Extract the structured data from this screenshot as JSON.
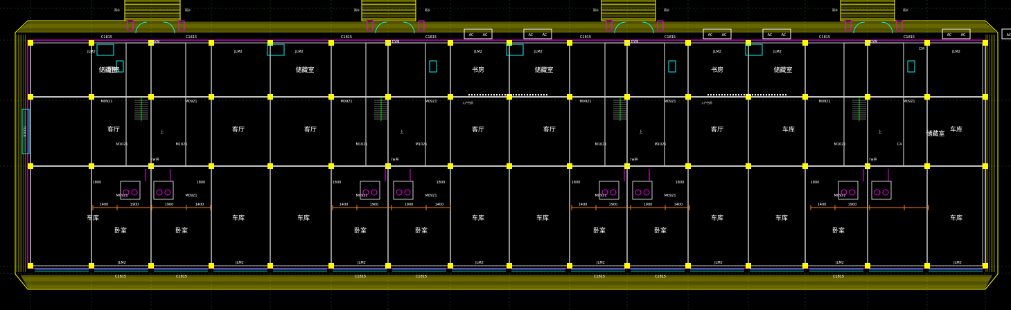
{
  "plan": {
    "colors": {
      "background": "#000000",
      "wall": "#c8c8c8",
      "column": "#ffff00",
      "outline": "#ff00ff",
      "window": "#00ffff",
      "roof": "#ffff00",
      "dimension": "#ff8000",
      "fixture": "#ff00ff",
      "grid": "#00ff00",
      "text": "#ffffff"
    },
    "units": [
      {
        "rooms": {
          "storage_top": "储藏室",
          "kitchen": "厨房",
          "living": "客厅",
          "garage": "车库",
          "bedroom": "卧室"
        },
        "labels": {
          "stair_door": "DYM",
          "window_top_left": "C1815",
          "window_top_right": "C1815",
          "jlm_left": "JLM2",
          "jlm_right": "JLM2",
          "door_kitchen": "M0921",
          "door_hall_left": "M1021",
          "door_hall_right": "M1021",
          "door_wc_left": "M0921",
          "door_wc_right": "M0921",
          "well": "rw井",
          "stair_up": "上",
          "dim_1400_left": "1400",
          "dim_1900_left": "1900",
          "dim_1900_right": "1900",
          "dim_1400_right": "1400",
          "dim_v_left": "1800",
          "dim_v_right": "1800",
          "bottom_window_left": "C1815",
          "bottom_window_right": "C1815",
          "rain_left": "雨水",
          "rain_right": "雨水",
          "left_window": "TC2116",
          "study": "",
          "ac": "AC"
        }
      },
      {
        "rooms": {
          "storage_top": "储藏室",
          "study": "书房",
          "living": "客厅",
          "garage": "车库",
          "bedroom": "卧室"
        },
        "labels": {
          "stair_door": "DYM",
          "window_top_left": "C1815",
          "window_top_right": "C1815",
          "jlm_left": "JLM2",
          "jlm_right": "JLM2",
          "door_kitchen": "M0921",
          "door_hall_left": "M1021",
          "door_hall_right": "M1021",
          "door_wc_left": "M0921",
          "door_wc_right": "M0921",
          "well": "rw井",
          "stair_up": "上",
          "dim_1400_left": "1400",
          "dim_1900_left": "1900",
          "dim_1900_right": "1900",
          "dim_1400_right": "1400",
          "dim_v_left": "1800",
          "dim_v_right": "1800",
          "bottom_window_left": "C1815",
          "bottom_window_right": "C1815",
          "rain_left": "雨水",
          "rain_right": "雨水",
          "balcony": "入户台阶",
          "ac": "AC"
        }
      },
      {
        "rooms": {
          "storage_top": "储藏室",
          "study": "书房",
          "living": "客厅",
          "garage": "车库",
          "bedroom": "卧室"
        },
        "labels": {
          "stair_door": "DYM",
          "window_top_left": "C1815",
          "window_top_right": "C1815",
          "jlm_left": "JLM2",
          "jlm_right": "JLM2",
          "door_kitchen": "M0921",
          "door_hall_left": "M1021",
          "door_hall_right": "M1021",
          "door_wc_left": "M0921",
          "door_wc_right": "M0921",
          "well": "rw井",
          "stair_up": "上",
          "dim_1400_left": "1400",
          "dim_1900_left": "1900",
          "dim_1900_right": "1900",
          "dim_1400_right": "1400",
          "dim_v_left": "1800",
          "dim_v_right": "1800",
          "bottom_window_left": "C1815",
          "bottom_window_right": "C1815",
          "rain_left": "雨水",
          "rain_right": "雨水",
          "balcony": "入户台阶",
          "ac": "AC"
        }
      },
      {
        "rooms": {
          "storage_top": "储藏室",
          "storage_mid": "储藏室",
          "living": "车库",
          "garage": "车库",
          "bedroom": "卧室"
        },
        "labels": {
          "stair_door": "DYM",
          "window_top_left": "C1815",
          "window_top_right": "C1815",
          "jlm_left": "JLM2",
          "jlm_right": "JLM2",
          "door_kitchen": "M0921",
          "door_hall_left": "M1021",
          "door_hall_right": "C4",
          "door_wc_left": "M0921",
          "door_wc_right": "",
          "well": "rw井",
          "stair_up": "上",
          "dim_1400_left": "1400",
          "dim_1900_left": "1900",
          "dim_1900_right": "",
          "dim_1400_right": "",
          "dim_v_left": "1800",
          "dim_v_right": "",
          "bottom_window_left": "C1815",
          "bottom_window_right": "",
          "rain_left": "雨水",
          "rain_right": "雨水",
          "cm": "CM",
          "ac": "AC"
        }
      }
    ]
  }
}
